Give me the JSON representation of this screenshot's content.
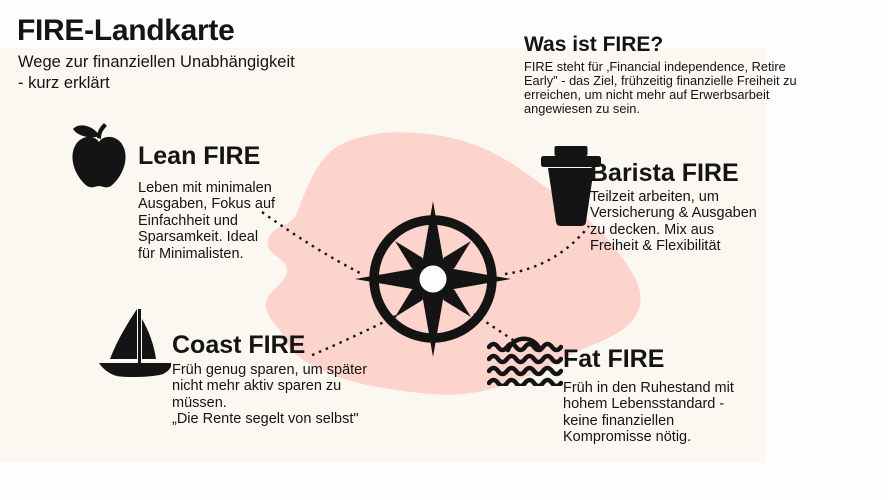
{
  "title": "FIRE-Landkarte",
  "subtitle": "Wege zur finanziellen Unabhängigkeit\n- kurz erklärt",
  "info": {
    "heading": "Was ist FIRE?",
    "body": "FIRE steht für ‚Financial independence, Retire\nEarly\" - das Ziel, frühzeitig finanzielle Freiheit zu\nerreichen, um nicht mehr auf Erwerbsarbeit\nangewiesen zu sein."
  },
  "sections": [
    {
      "heading": "Lean FIRE",
      "icon": "apple-icon",
      "body": "Leben mit minimalen\nAusgaben, Fokus auf\nEinfachheit und\nSparsamkeit. Ideal\nfür Minimalisten."
    },
    {
      "heading": "Barista FIRE",
      "icon": "coffee-cup-icon",
      "body": "Teilzeit arbeiten, um\nVersicherung & Ausgaben\nzu decken. Mix aus\nFreiheit & Flexibilität"
    },
    {
      "heading": "Coast FIRE",
      "icon": "sailboat-icon",
      "body": "Früh genug sparen, um später\nnicht mehr aktiv sparen zu\nmüssen.\n„Die Rente segelt von selbst\""
    },
    {
      "heading": "Fat FIRE",
      "icon": "waves-sun-icon",
      "body": "Früh in den Ruhestand mit\nhohem Lebensstandard -\nkeine finanziellen\nKompromisse nötig."
    }
  ],
  "center_icon": "compass-icon",
  "colors": {
    "background": "#fefefe",
    "canvas": "#fbf8f1",
    "blob": "#fcd4cb",
    "ink": "#141414",
    "hole": "#fffdfb"
  }
}
